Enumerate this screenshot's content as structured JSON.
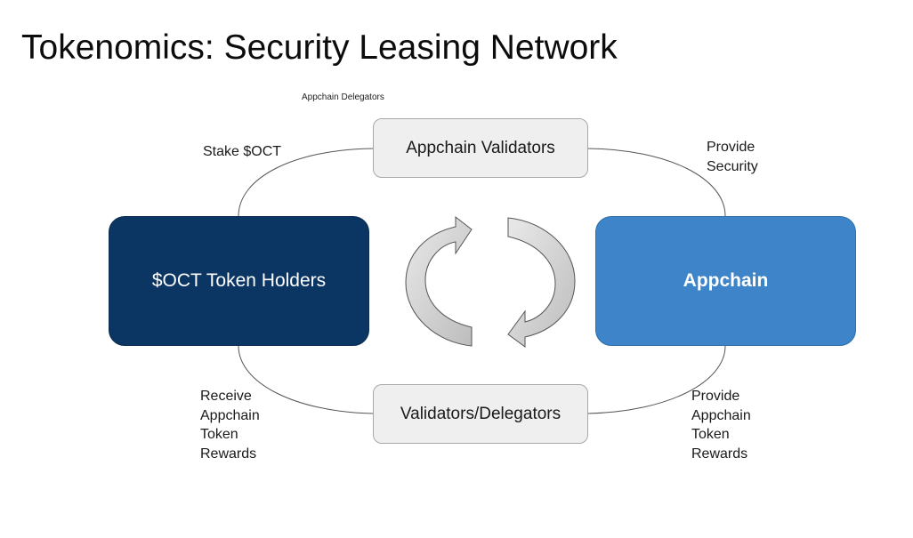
{
  "title": "Tokenomics: Security Leasing Network",
  "nodes": {
    "top": "Appchain Validators",
    "bottom": "Validators/Delegators",
    "left": "$OCT Token Holders",
    "right": "Appchain"
  },
  "labels": {
    "top_small": "Appchain Delegators",
    "stake": "Stake $OCT",
    "provide_security": "Provide\nSecurity",
    "receive_rewards": "Receive\nAppchain\nToken\nRewards",
    "provide_rewards": "Provide\nAppchain\nToken\nRewards"
  },
  "colors": {
    "token_holders": "#0b3563",
    "appchain": "#3d85c8",
    "gray_box": "#efefef",
    "cycle_arrows": "#c8c8c8"
  },
  "icons": [
    "cycle-arrows-icon"
  ]
}
